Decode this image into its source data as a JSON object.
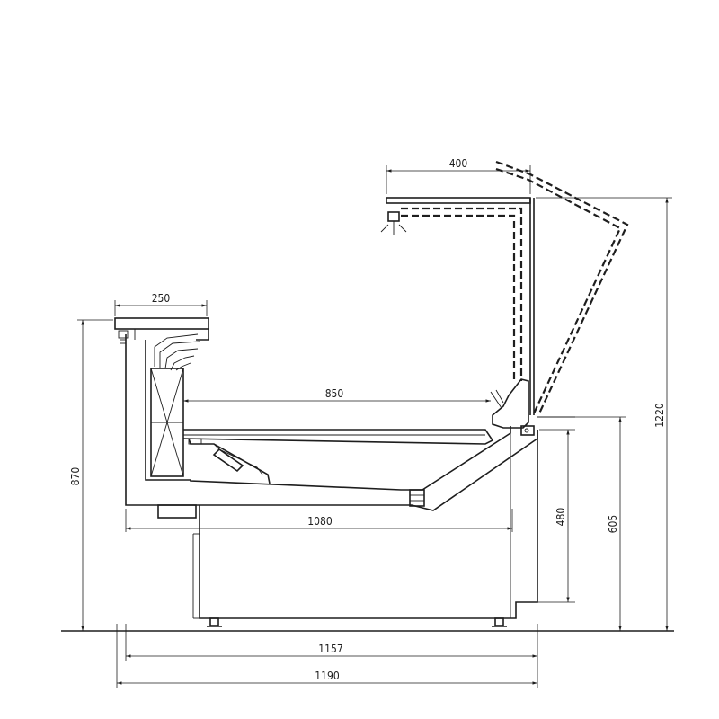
{
  "dimensions": {
    "glass_top_width": "400",
    "counter_top_width": "250",
    "display_depth": "850",
    "base_depth": "1080",
    "floor_depth_inner": "1157",
    "floor_depth_total": "1190",
    "counter_height": "870",
    "front_height_lower": "480",
    "front_height_upper": "605",
    "overall_height": "1220"
  }
}
